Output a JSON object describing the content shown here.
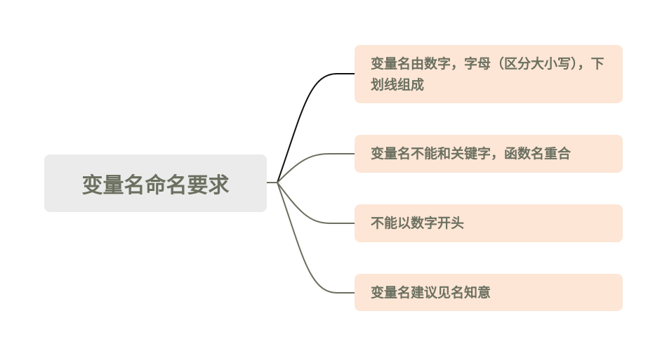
{
  "root": {
    "label": "变量名命名要求"
  },
  "children": [
    {
      "label": "变量名由数字，字母（区分大小写），下划线组成"
    },
    {
      "label": "变量名不能和关键字，函数名重合"
    },
    {
      "label": "不能以数字开头"
    },
    {
      "label": "变量名建议见名知意"
    }
  ],
  "colors": {
    "text": "#6b7060",
    "root_bg": "#ebebeb",
    "node_bg": "#fde6d6",
    "line": "#6b7060",
    "selected_line": "#111111"
  }
}
